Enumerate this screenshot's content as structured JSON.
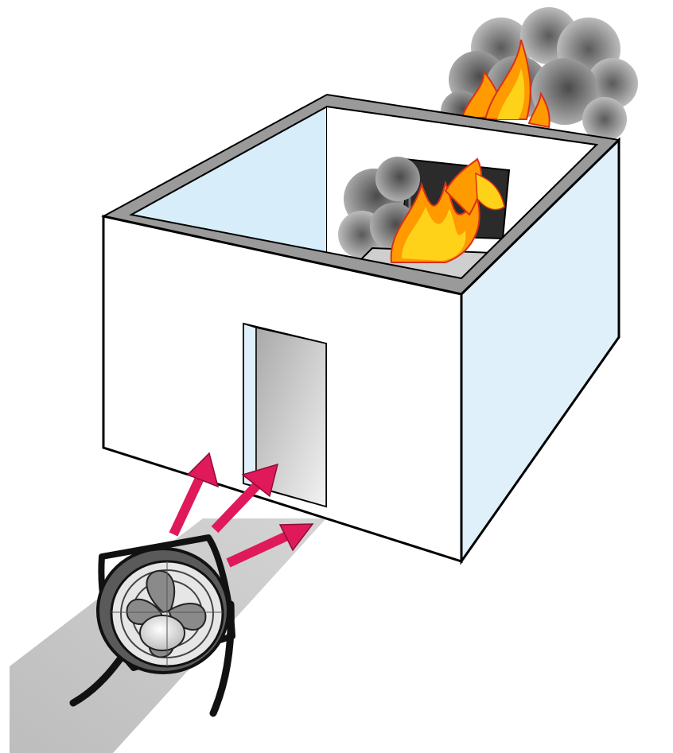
{
  "illustration": {
    "subject": "positive-pressure-ventilation",
    "elements": [
      "ground-strip",
      "building",
      "doorway",
      "fire",
      "smoke",
      "ventilation-fan",
      "airflow-arrows"
    ]
  },
  "colors": {
    "outline": "#000000",
    "wall_front": "#ffffff",
    "wall_side": "#dff0fb",
    "interior_wall": "#d8edfa",
    "wall_top": "#9a9a9a",
    "ground": "#c9c9c9",
    "smoke_dark": "#6e6e6e",
    "smoke_light": "#bdbdbd",
    "flame_outer": "#ff9a00",
    "flame_inner": "#ffd21a",
    "flame_edge": "#d9301a",
    "arrow": "#e0195a",
    "fan_frame": "#222222",
    "fan_body": "#6a6a6a"
  },
  "airflow": {
    "arrow_count": 3,
    "direction": "into-doorway"
  }
}
